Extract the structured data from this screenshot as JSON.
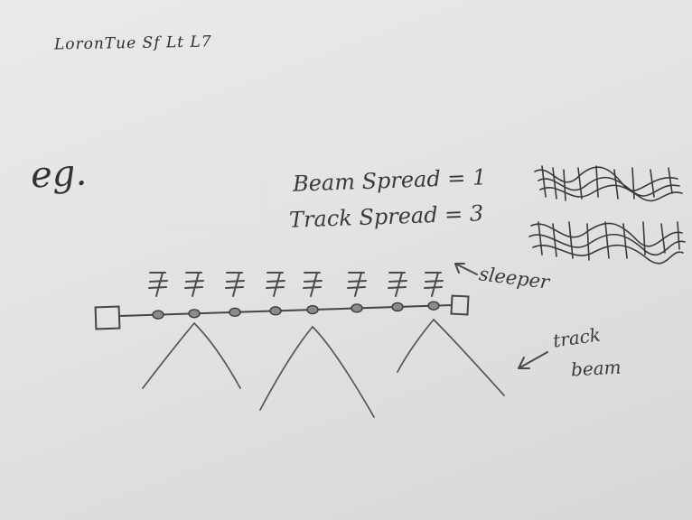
{
  "header": {
    "text": "LoronTue  Sf  Lt L7"
  },
  "example": {
    "label": "eg."
  },
  "params": {
    "beam_spread": "Beam Spread = 1",
    "track_spread": "Track Spread = 3"
  },
  "annotations": {
    "sleeper": "sleeper",
    "track": "track",
    "beam": "beam"
  },
  "diagram": {
    "sleeper_count": 8,
    "node_count": 8,
    "beam_count": 3,
    "stroke_color": "#4a4a4a"
  }
}
